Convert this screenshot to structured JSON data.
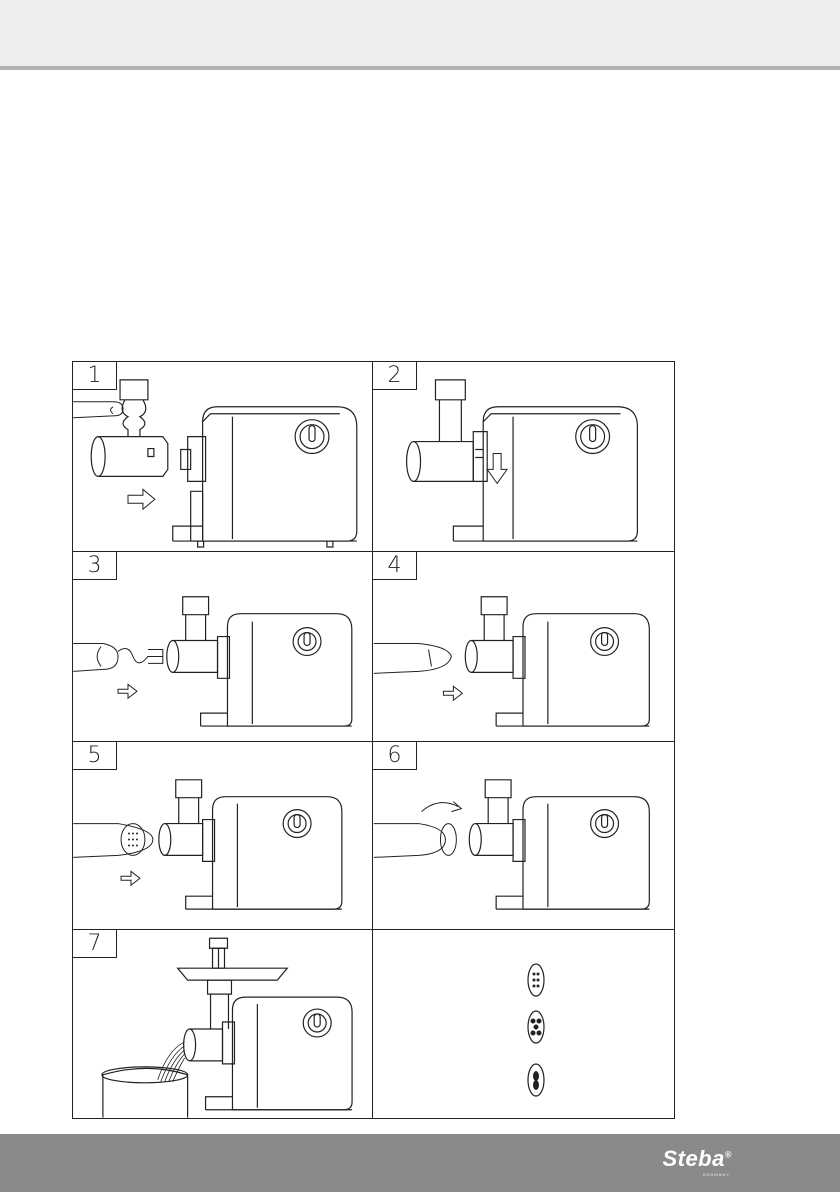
{
  "steps": [
    {
      "number": "1"
    },
    {
      "number": "2"
    },
    {
      "number": "3"
    },
    {
      "number": "4"
    },
    {
      "number": "5"
    },
    {
      "number": "6"
    },
    {
      "number": "7"
    }
  ],
  "footer": {
    "brand": "Steba",
    "brand_mark": "®",
    "brand_sub": "GERMANY"
  },
  "icons": {
    "appliance": "meat-grinder-icon",
    "hand": "hand-icon",
    "arrow": "arrow-icon",
    "disc": "grinding-disc-icon"
  }
}
